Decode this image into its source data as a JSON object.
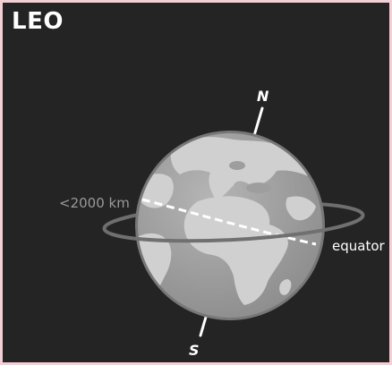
{
  "title": "LEO",
  "labels": {
    "north": "N",
    "south": "S",
    "altitude": "<2000 km",
    "equator": "equator"
  },
  "colors": {
    "background": "#242424",
    "frame": "#f6cfd6",
    "ocean": "#a9a9a9",
    "land": "#d0d0d0",
    "orbit": "#6e6e6e",
    "equator_line": "#ffffff",
    "altitude_text": "#9a9a9a"
  }
}
